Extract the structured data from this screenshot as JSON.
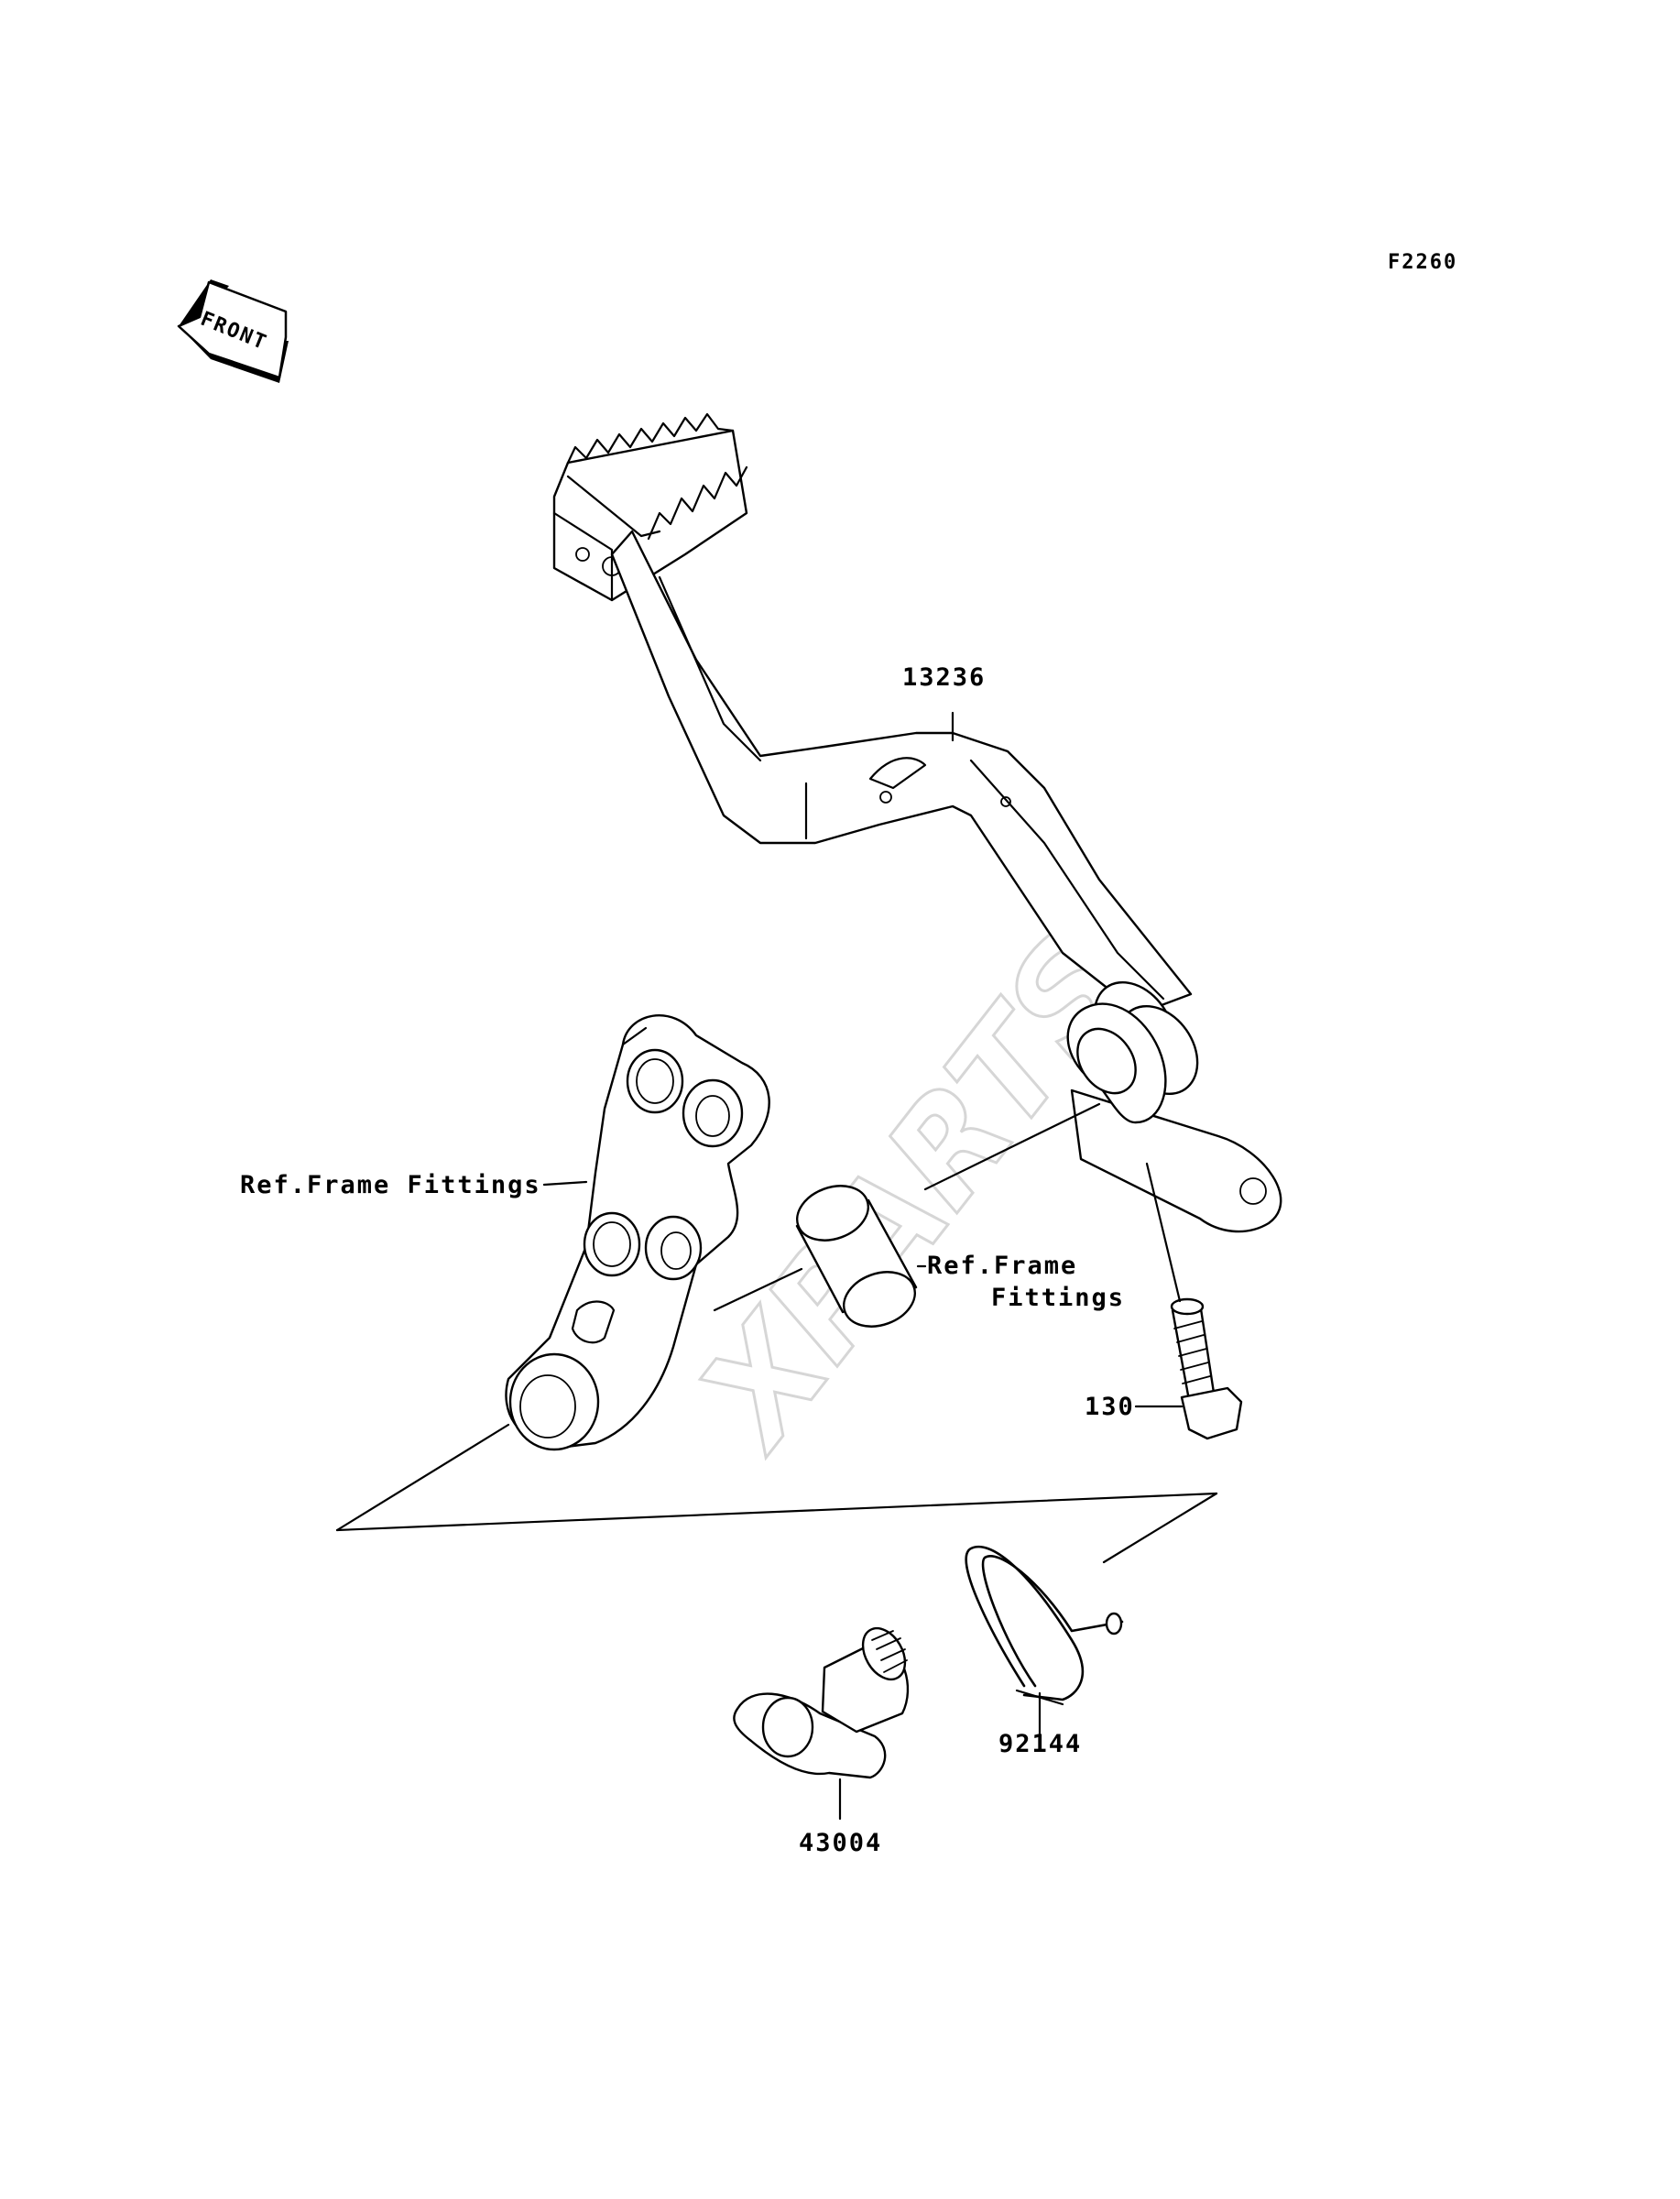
{
  "diagram": {
    "figure_code": "F2260",
    "front_arrow": {
      "icon": "front-arrow-icon",
      "text": "FRONT"
    },
    "watermark": "XPARTS",
    "labels": {
      "brake_pedal": "13236",
      "ref_frame_fittings_left": "Ref.Frame Fittings",
      "ref_frame_fittings_right_line1": "Ref.Frame",
      "ref_frame_fittings_right_line2": "Fittings",
      "bolt": "130",
      "spring": "92144",
      "shaft": "43004"
    }
  }
}
